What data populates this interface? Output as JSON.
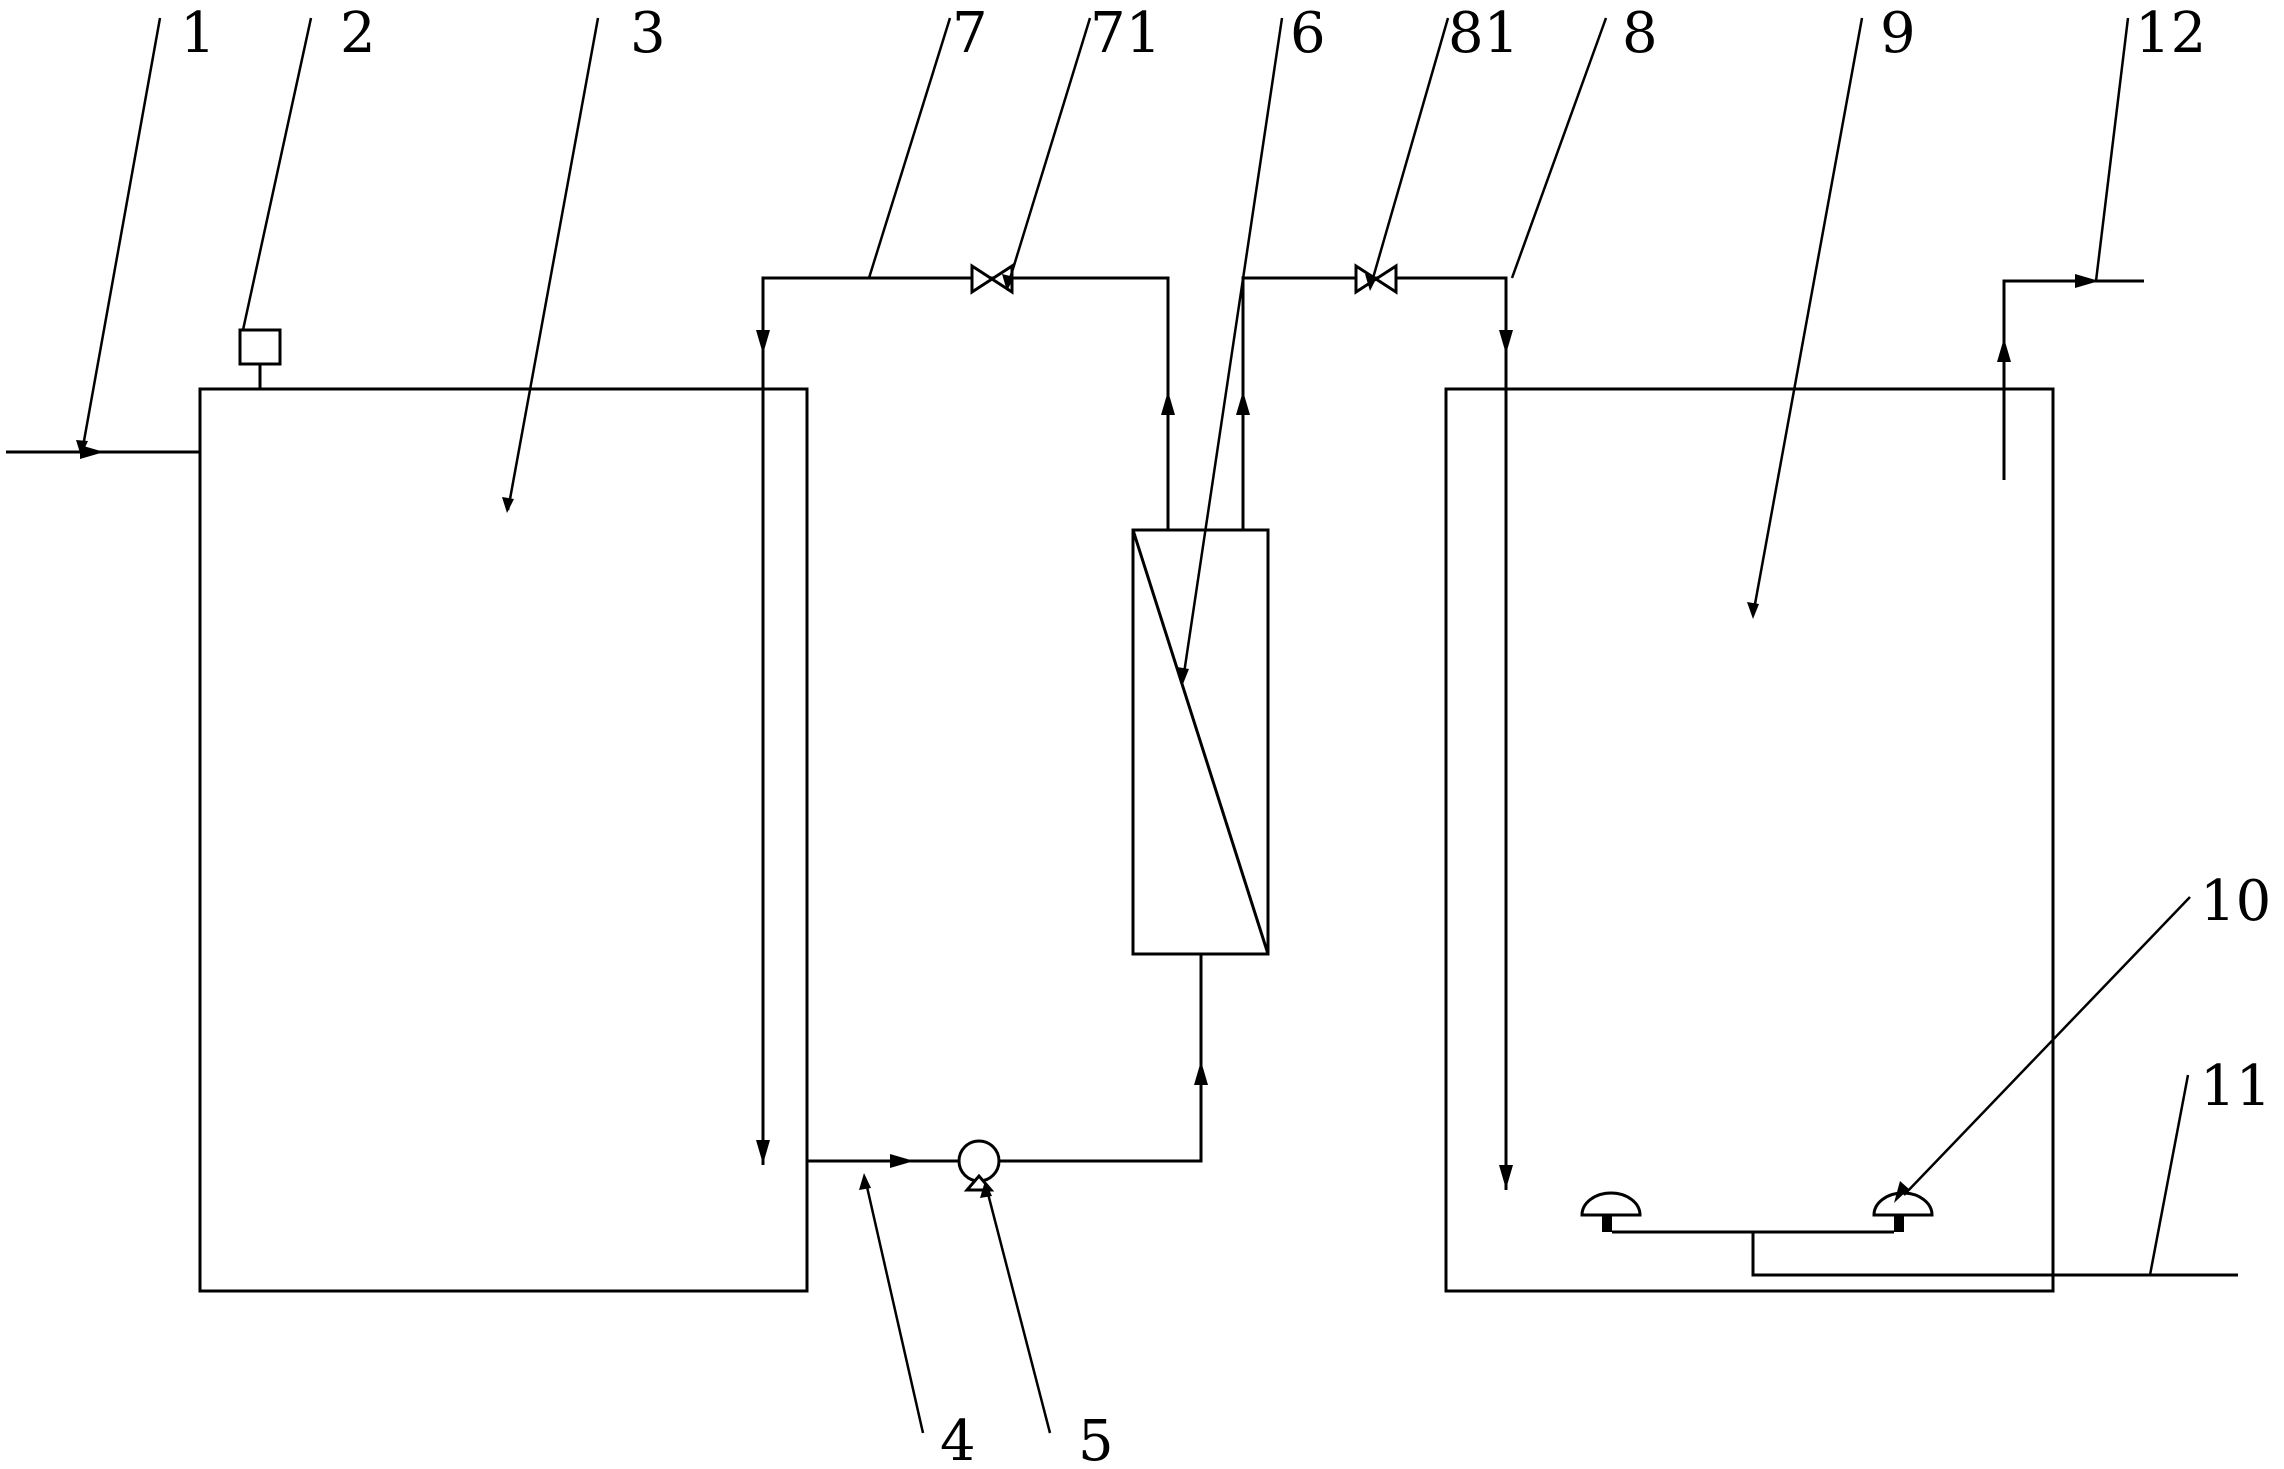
{
  "labels": {
    "l1": "1",
    "l2": "2",
    "l3": "3",
    "l4": "4",
    "l5": "5",
    "l6": "6",
    "l7": "7",
    "l71": "71",
    "l8": "8",
    "l81": "81",
    "l9": "9",
    "l10": "10",
    "l11": "11",
    "l12": "12"
  },
  "colors": {
    "line": "#000000",
    "background": "#ffffff"
  }
}
